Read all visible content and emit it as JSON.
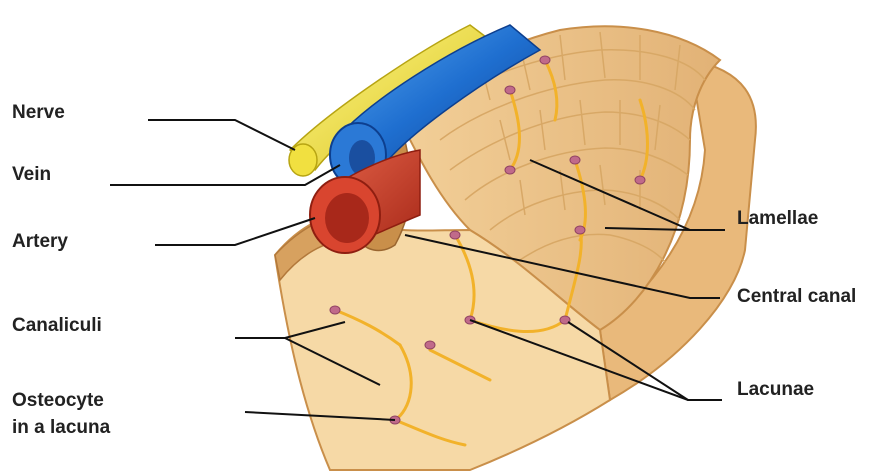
{
  "labels": {
    "nerve": "Nerve",
    "vein": "Vein",
    "artery": "Artery",
    "canaliculi": "Canaliculi",
    "osteocyte_line1": "Osteocyte",
    "osteocyte_line2": "in a lacuna",
    "lamellae": "Lamellae",
    "central_canal": "Central canal",
    "lacunae": "Lacunae"
  },
  "colors": {
    "bone_light": "#f6d9a6",
    "bone_mid": "#eec386",
    "bone_dark": "#c98f4a",
    "canaliculi_yellow": "#f2b22a",
    "osteocyte_pink": "#c06a8a",
    "nerve_yellow": "#f3e23a",
    "vein_blue": "#1f6fd0",
    "artery_red": "#d9452f",
    "leader_line": "#111111"
  }
}
